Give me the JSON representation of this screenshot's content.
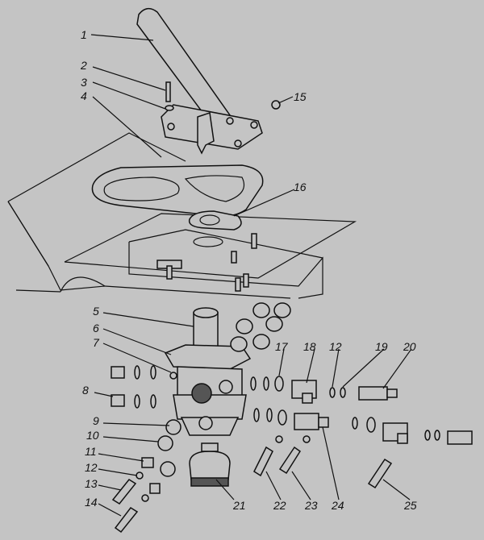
{
  "diagram": {
    "background": "#c4c4c4",
    "callouts": [
      "1",
      "2",
      "3",
      "4",
      "15",
      "16",
      "5",
      "6",
      "7",
      "8",
      "9",
      "10",
      "11",
      "12",
      "13",
      "14",
      "17",
      "18",
      "12",
      "19",
      "20",
      "21",
      "22",
      "23",
      "24",
      "25"
    ]
  }
}
